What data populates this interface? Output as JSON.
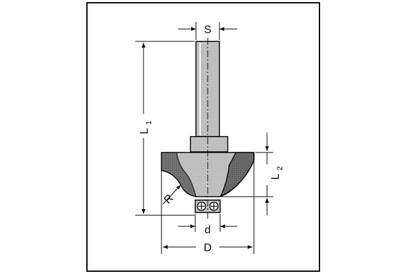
{
  "dimension_labels": {
    "S": "S",
    "L1": "L",
    "L1_sub": "1",
    "L2": "L",
    "L2_sub": "2",
    "R": "R",
    "d": "d",
    "D": "D"
  },
  "colors": {
    "frame": "#1a1a1a",
    "shank_fill": "#c9c9c9",
    "body_fill": "#bdbdbd",
    "blade_fill": "#7a7a7a",
    "line": "#111111"
  }
}
